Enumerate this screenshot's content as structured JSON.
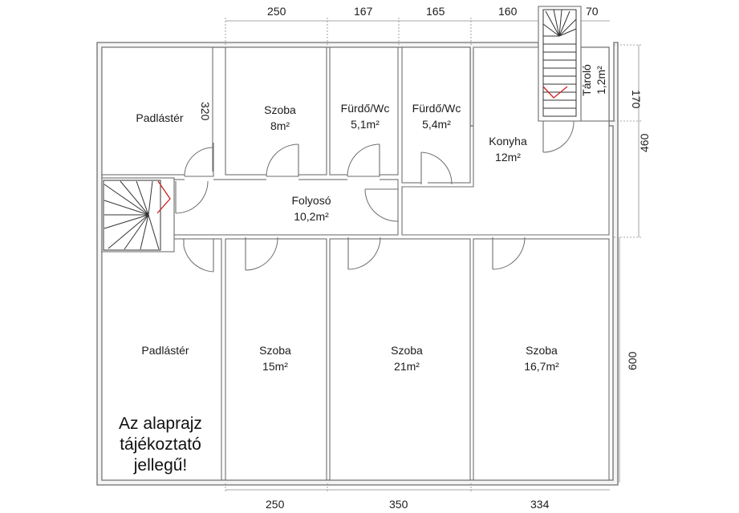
{
  "rooms": {
    "attic_top": {
      "name": "Padlástér"
    },
    "room_8": {
      "name": "Szoba",
      "area": "8m²"
    },
    "bath_1": {
      "name": "Fürdő/Wc",
      "area": "5,1m²"
    },
    "bath_2": {
      "name": "Fürdő/Wc",
      "area": "5,4m²"
    },
    "kitchen": {
      "name": "Konyha",
      "area": "12m²"
    },
    "storage": {
      "name": "Tároló",
      "area": "1,2m²"
    },
    "hallway": {
      "name": "Folyosó",
      "area": "10,2m²"
    },
    "attic_bottom": {
      "name": "Padlástér"
    },
    "room_15": {
      "name": "Szoba",
      "area": "15m²"
    },
    "room_21": {
      "name": "Szoba",
      "area": "21m²"
    },
    "room_16_7": {
      "name": "Szoba",
      "area": "16,7m²"
    }
  },
  "dimensions": {
    "top": [
      "250",
      "167",
      "165",
      "160",
      "70"
    ],
    "bottom": [
      "250",
      "350",
      "334"
    ],
    "right": [
      "170",
      "460",
      "600"
    ],
    "inner": "320"
  },
  "note": [
    "Az alaprajz",
    "tájékoztató",
    "jellegű!"
  ]
}
